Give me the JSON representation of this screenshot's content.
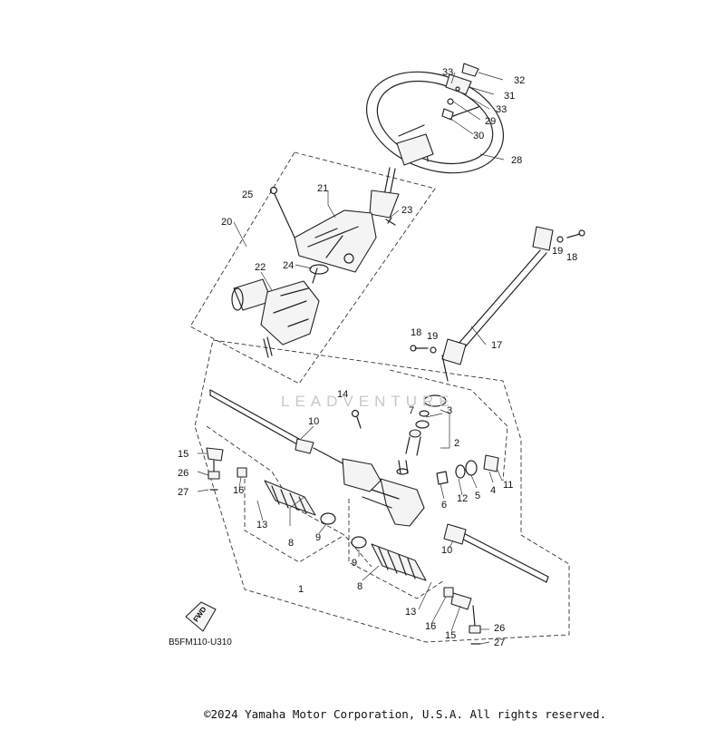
{
  "diagram_code": "B5FM110-U310",
  "copyright": "©2024 Yamaha Motor Corporation, U.S.A. All rights reserved.",
  "watermark": "LEADVENTURE",
  "fwd_label": "FWD",
  "callouts": {
    "c1": "1",
    "c2": "2",
    "c3": "3",
    "c4": "4",
    "c5": "5",
    "c6": "6",
    "c7": "7",
    "c8a": "8",
    "c8b": "8",
    "c9a": "9",
    "c9b": "9",
    "c10a": "10",
    "c10b": "10",
    "c11": "11",
    "c12": "12",
    "c13a": "13",
    "c13b": "13",
    "c14": "14",
    "c15a": "15",
    "c15b": "15",
    "c16a": "16",
    "c16b": "16",
    "c17": "17",
    "c18a": "18",
    "c18b": "18",
    "c19a": "19",
    "c19b": "19",
    "c20": "20",
    "c21": "21",
    "c22": "22",
    "c23": "23",
    "c24": "24",
    "c25": "25",
    "c26a": "26",
    "c26b": "26",
    "c27a": "27",
    "c27b": "27",
    "c28": "28",
    "c29": "29",
    "c30": "30",
    "c31": "31",
    "c32": "32",
    "c33a": "33",
    "c33b": "33"
  }
}
